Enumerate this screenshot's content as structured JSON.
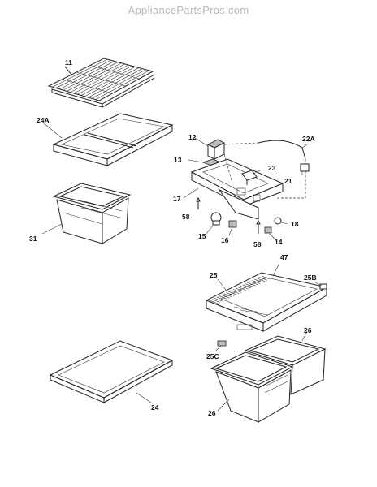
{
  "watermark": "AppliancePartsPros.com",
  "labels": {
    "l11": "11",
    "l24A": "24A",
    "l31": "31",
    "l24": "24",
    "l12": "12",
    "l13": "13",
    "l17": "17",
    "l58a": "58",
    "l15": "15",
    "l16": "16",
    "l58b": "58",
    "l14": "14",
    "l18": "18",
    "l23": "23",
    "l22A": "22A",
    "l21": "21",
    "l47": "47",
    "l25": "25",
    "l25B": "25B",
    "l25C": "25C",
    "l26a": "26",
    "l26b": "26"
  }
}
